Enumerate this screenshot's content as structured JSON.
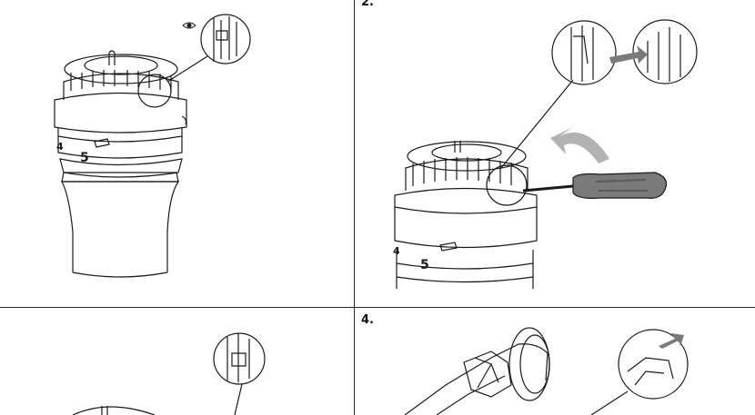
{
  "steps": {
    "one": {
      "label": ""
    },
    "two": {
      "label": "2."
    },
    "three": {
      "label": ""
    },
    "four": {
      "label": "4."
    }
  },
  "dial": {
    "number_main": "5",
    "number_side": "4"
  },
  "icons": {
    "eye": "eye-icon",
    "arrow": "rotate-arrow-icon",
    "tool": "screwdriver-icon"
  },
  "colors": {
    "line": "#1a1a1a",
    "arrow": "#b3b3b3",
    "handle": "#7a7a7a",
    "handle_dark": "#5a5a5a"
  }
}
